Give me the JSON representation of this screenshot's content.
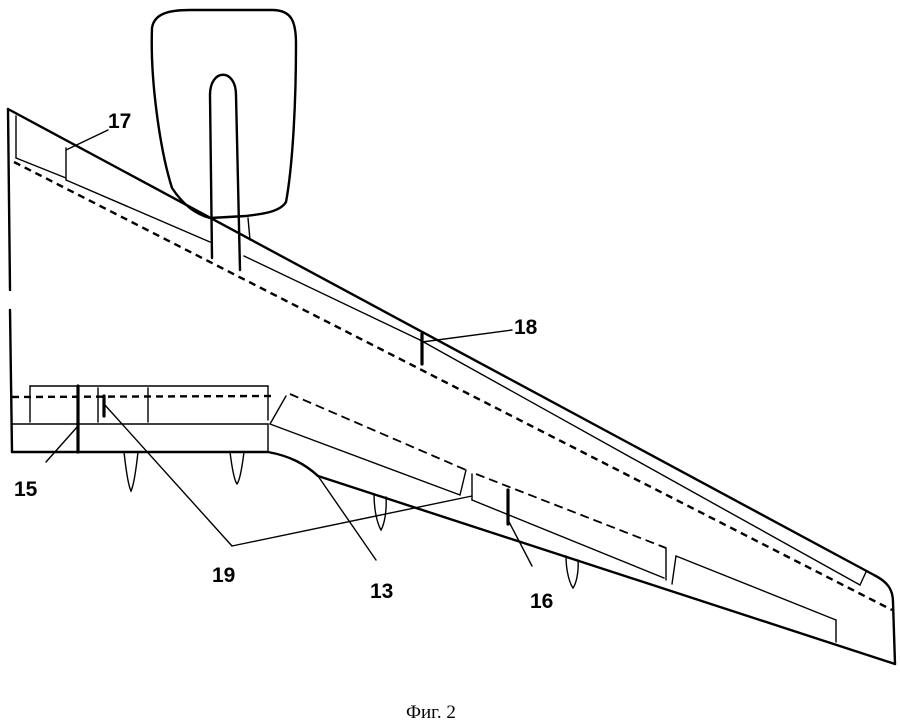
{
  "figure": {
    "labels": {
      "l13": "13",
      "l15": "15",
      "l16": "16",
      "l17": "17",
      "l18": "18",
      "l19": "19"
    },
    "caption": "Фиг. 2"
  }
}
